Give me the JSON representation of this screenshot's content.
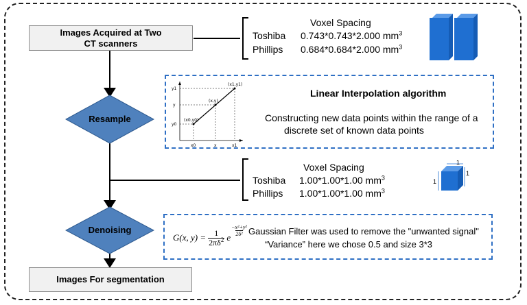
{
  "steps": {
    "acquired": "Images Acquired at Two CT scanners",
    "resample": "Resample",
    "denoising": "Denoising",
    "segmentation": "Images For segmentation"
  },
  "spacing1": {
    "title": "Voxel Spacing",
    "rows": [
      {
        "scanner": "Toshiba",
        "value": "0.743*0.743*2.000 mm",
        "unit_exp": "3"
      },
      {
        "scanner": "Phillips",
        "value": "0.684*0.684*2.000 mm",
        "unit_exp": "3"
      }
    ]
  },
  "spacing2": {
    "title": "Voxel Spacing",
    "rows": [
      {
        "scanner": "Toshiba",
        "value": "1.00*1.00*1.00 mm",
        "unit_exp": "3"
      },
      {
        "scanner": "Phillips",
        "value": "1.00*1.00*1.00 mm",
        "unit_exp": "3"
      }
    ]
  },
  "interp": {
    "title": "Linear Interpolation algorithm",
    "desc1": "Constructing new data points within the range of a",
    "desc2": "discrete set of known data points",
    "graph": {
      "y1": "y1",
      "y": "y",
      "y0": "y0",
      "x0": "x0",
      "x": "x",
      "x1": "x1",
      "p0": "(x0,y0)",
      "p": "(x,y)",
      "p1": "(x1,y1)"
    }
  },
  "gauss": {
    "formula_lhs": "G(x, y) =",
    "formula_frac_num": "1",
    "formula_frac_den": "2πδ",
    "formula_e": "e",
    "formula_exp_num": "x²+y²",
    "formula_exp_den": "2δ²",
    "line1": "Gaussian Filter was used to remove the \"unwanted signal\"",
    "line2": "“Variance” here we chose 0.5 and size 3*3"
  },
  "cube_labels": {
    "top": "1",
    "side": "1",
    "left": "1"
  },
  "colors": {
    "accent": "#2e6fc4",
    "diamond": "#4f81bd",
    "cube": "#1f6fd1"
  }
}
